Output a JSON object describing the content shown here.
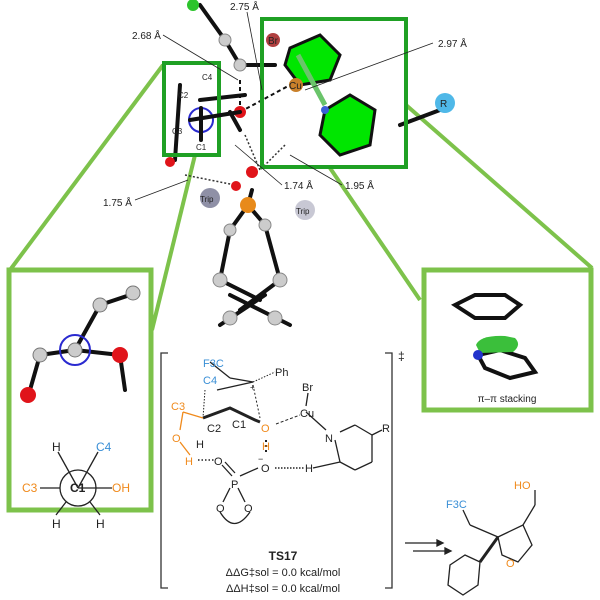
{
  "distances": [
    "2.68 Å",
    "2.75 Å",
    "2.97 Å",
    "1.74 Å",
    "1.95 Å",
    "1.75 Å"
  ],
  "atom_labels": {
    "br": "Br",
    "cu": "Cu",
    "r": "R",
    "trip1": "Trip",
    "trip2": "Trip",
    "c1": "C1",
    "c2": "C2",
    "c3": "C3",
    "c4": "C4"
  },
  "newman": {
    "center": "C1",
    "top_left": "H",
    "top_right": "C4",
    "left": "C3",
    "right": "OH",
    "bottom_left": "H",
    "bottom_right": "H"
  },
  "stacking_label": "π–π stacking",
  "ts": {
    "f3c": "F3C",
    "c4": "C4",
    "ph": "Ph",
    "br": "Br",
    "cu": "Cu",
    "c3": "C3",
    "c2": "C2",
    "c1": "C1",
    "h_c2": "H",
    "o_left": "O",
    "h_left": "H",
    "o_cu": "O",
    "h_o": "H",
    "n": "N",
    "r": "R",
    "o_dbl": "O",
    "p": "P",
    "o_minus": "O",
    "h_py": "H",
    "o_ring1": "O",
    "o_ring2": "O",
    "dagger": "‡",
    "plus": "+",
    "minus": "−",
    "name": "TS17",
    "ddG": "ΔΔG‡sol = 0.0 kcal/mol",
    "ddH": "ΔΔH‡sol = 0.0 kcal/mol"
  },
  "product": {
    "ho": "HO",
    "f3c": "F3C",
    "o": "O"
  },
  "colors": {
    "frame": "#7dc24b",
    "frame_dark": "#1fa024",
    "highlight": "#00e600",
    "blue": "#3a8fd6",
    "orange": "#f08a1c"
  }
}
